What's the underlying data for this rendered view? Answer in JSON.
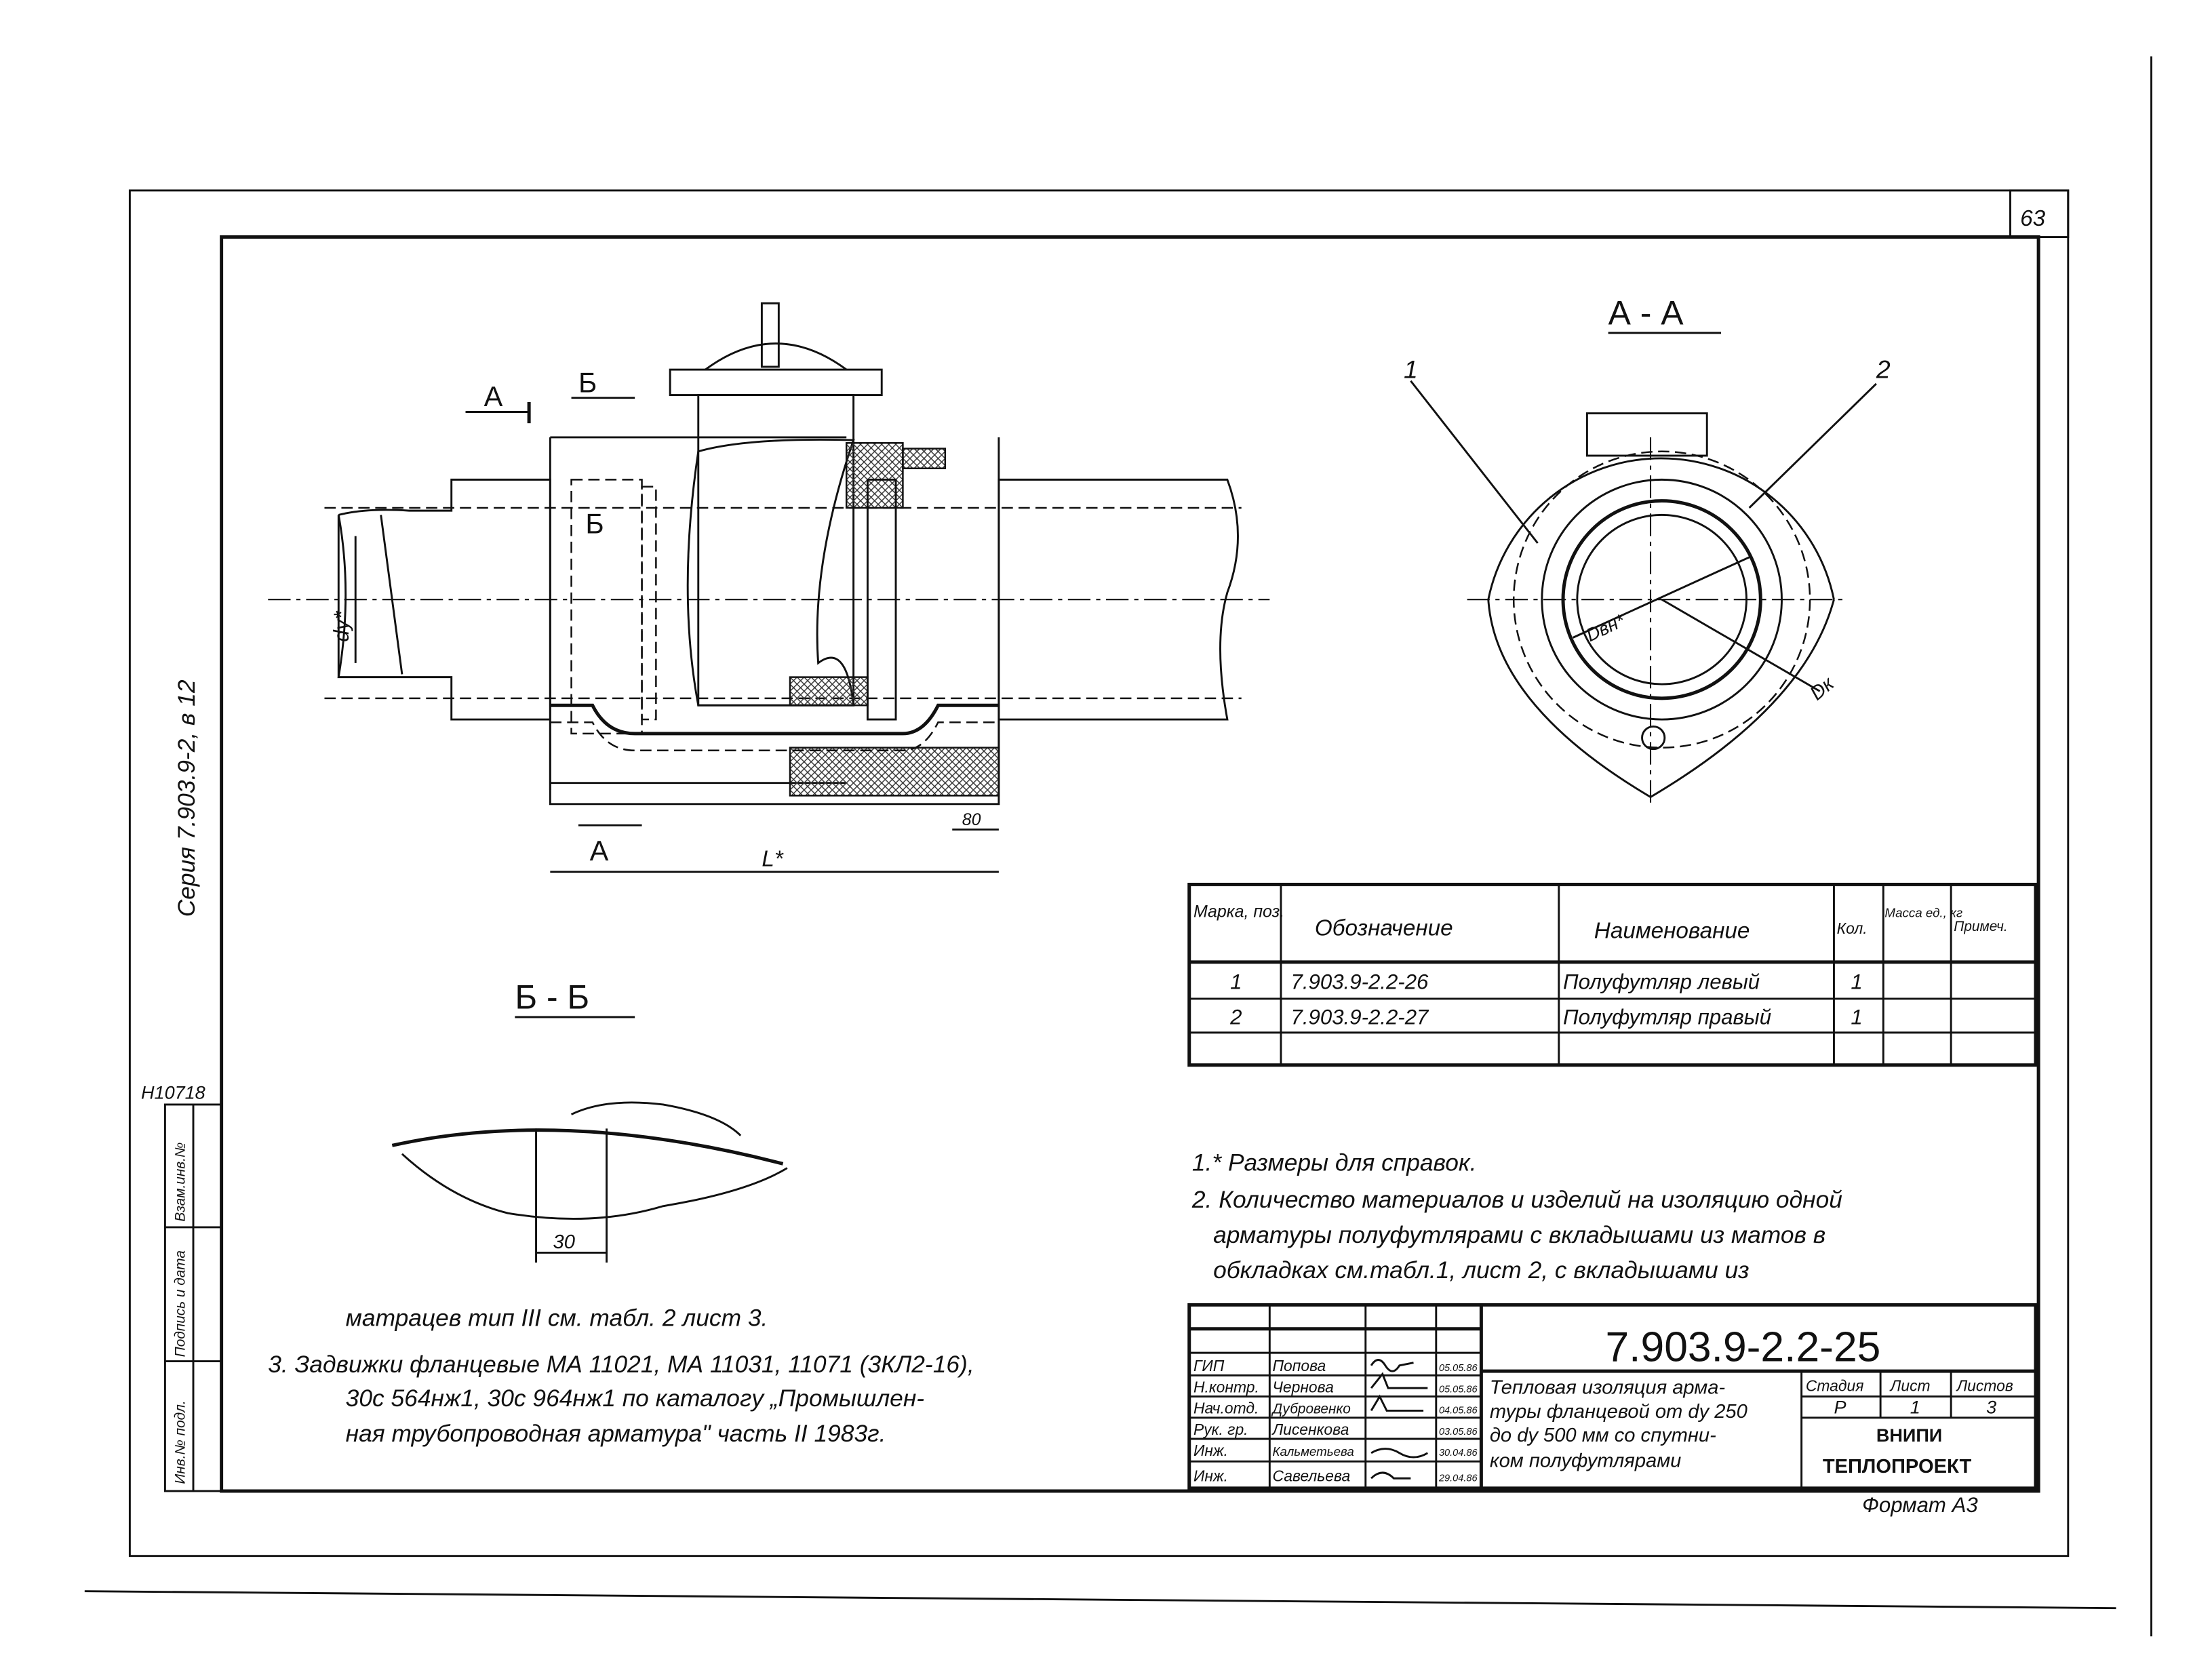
{
  "sheet": {
    "page_number": "63",
    "series_vertical": "Серия 7.903.9-2, в 12",
    "archive_number": "Н10718",
    "side_stamp": [
      "Инв.№ подл.",
      "Подпись и дата",
      "Взам.инв.№"
    ],
    "format": "Формат А3"
  },
  "drawing": {
    "section_aa": "А - А",
    "section_bb": "Б - Б",
    "cut_a": "А",
    "cut_b": "Б",
    "dim_dy": "dy*",
    "dim_L": "L*",
    "dim_80": "80",
    "dim_30": "30",
    "pos_1": "1",
    "pos_2": "2",
    "dim_dvn": "Dвн*",
    "dim_dk": "Dк"
  },
  "spec_table": {
    "headers": [
      "Марка, поз.",
      "Обозначение",
      "Наименование",
      "Кол.",
      "Масса ед., кг",
      "Примеч."
    ],
    "rows": [
      [
        "1",
        "7.903.9-2.2-26",
        "Полуфутляр левый",
        "1",
        "",
        ""
      ],
      [
        "2",
        "7.903.9-2.2-27",
        "Полуфутляр правый",
        "1",
        "",
        ""
      ],
      [
        "",
        "",
        "",
        "",
        "",
        ""
      ]
    ]
  },
  "notes": [
    "1.* Размеры для справок.",
    "2. Количество материалов и изделий на изоляцию одной",
    "арматуры полуфутлярами с вкладышами из матов в",
    "обкладках см.табл.1, лист 2, с вкладышами из",
    "матрацев тип III см. табл. 2 лист 3.",
    "3. Задвижки фланцевые МА 11021, МА 11031, 11071 (3КЛ2-16),",
    "30с 564нж1, 30с 964нж1 по каталогу „Промышлен-",
    "ная трубопроводная арматура\" часть II 1983г."
  ],
  "title_block": {
    "designation": "7.903.9-2.2-25",
    "title_lines": [
      "Тепловая изоляция арма-",
      "туры фланцевой от dy 250",
      "до dy 500 мм со спутни-",
      "ком полуфутлярами"
    ],
    "people": [
      {
        "role": "ГИП",
        "name": "Попова",
        "date": "05.05.86"
      },
      {
        "role": "Н.контр.",
        "name": "Чернова",
        "date": "05.05.86"
      },
      {
        "role": "Нач.отд.",
        "name": "Дубровенко",
        "date": "04.05.86"
      },
      {
        "role": "Рук. гр.",
        "name": "Лисенкова",
        "date": "03.05.86"
      },
      {
        "role": "Инж.",
        "name": "Кальметьева",
        "date": "30.04.86"
      },
      {
        "role": "Инж.",
        "name": "Савельева",
        "date": "29.04.86"
      }
    ],
    "stage_headers": [
      "Стадия",
      "Лист",
      "Листов"
    ],
    "stage_values": [
      "Р",
      "1",
      "3"
    ],
    "org_1": "ВНИПИ",
    "org_2": "ТЕПЛОПРОЕКТ"
  }
}
